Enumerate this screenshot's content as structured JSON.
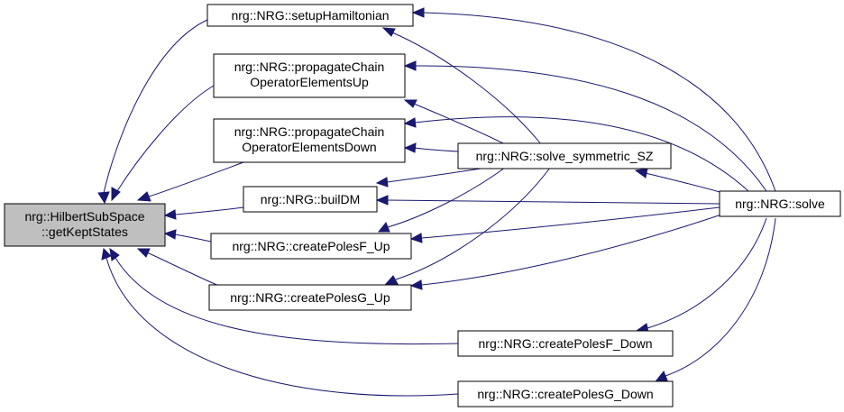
{
  "diagram": {
    "colors": {
      "edge": "#191970",
      "node_border": "#000000",
      "root_fill": "#bfbfbf",
      "node_fill": "#ffffff"
    },
    "nodes": {
      "root": {
        "line1": "nrg::HilbertSubSpace",
        "line2": "::getKeptStates"
      },
      "setupHamiltonian": {
        "line1": "nrg::NRG::setupHamiltonian"
      },
      "propUp": {
        "line1": "nrg::NRG::propagateChain",
        "line2": "OperatorElementsUp"
      },
      "propDown": {
        "line1": "nrg::NRG::propagateChain",
        "line2": "OperatorElementsDown"
      },
      "builDM": {
        "line1": "nrg::NRG::builDM"
      },
      "polesFUp": {
        "line1": "nrg::NRG::createPolesF_Up"
      },
      "polesGUp": {
        "line1": "nrg::NRG::createPolesG_Up"
      },
      "solveSZ": {
        "line1": "nrg::NRG::solve_symmetric_SZ"
      },
      "polesFDown": {
        "line1": "nrg::NRG::createPolesF_Down"
      },
      "polesGDown": {
        "line1": "nrg::NRG::createPolesG_Down"
      },
      "solve": {
        "line1": "nrg::NRG::solve"
      }
    }
  }
}
